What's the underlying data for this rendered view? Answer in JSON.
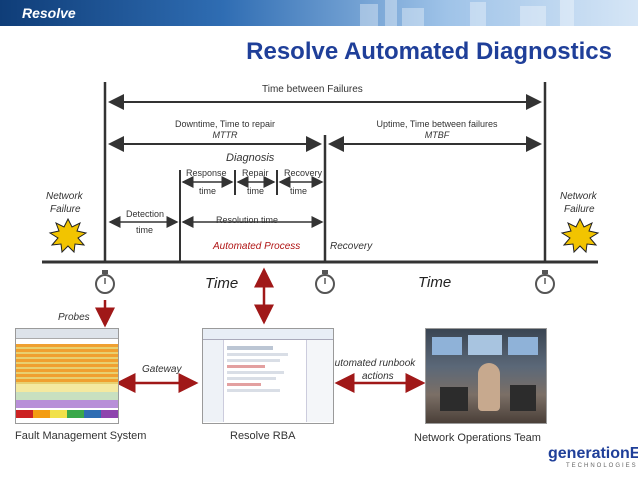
{
  "header": {
    "brand": "Resolve"
  },
  "title": "Resolve Automated Diagnostics",
  "timeline": {
    "time_between_failures": "Time between Failures",
    "downtime_line1": "Downtime, Time to repair",
    "downtime_line2": "MTTR",
    "uptime_line1": "Uptime, Time between failures",
    "uptime_line2": "MTBF",
    "diagnosis": "Diagnosis",
    "response": "Response",
    "repair": "Repair",
    "recovery_small": "Recovery",
    "time_word": "time",
    "detection": "Detection",
    "resolution_time": "Resolution time",
    "automated_process": "Automated Process",
    "recovery": "Recovery",
    "network_failure_left_1": "Network",
    "network_failure_left_2": "Failure",
    "network_failure_right_1": "Network",
    "network_failure_right_2": "Failure",
    "time_left": "Time",
    "time_right": "Time"
  },
  "flow": {
    "probes": "Probes",
    "gateway": "Gateway",
    "automated_runbook_1": "Automated runbook",
    "automated_runbook_2": "actions"
  },
  "systems": {
    "fault_management": "Fault Management System",
    "resolve_rba": "Resolve RBA",
    "network_operations": "Network Operations Team"
  },
  "logo": {
    "main": "generationE",
    "sub": "TECHNOLOGIES"
  },
  "colors": {
    "title": "#1f3f99",
    "accent_red": "#b01414",
    "line": "#333333"
  }
}
